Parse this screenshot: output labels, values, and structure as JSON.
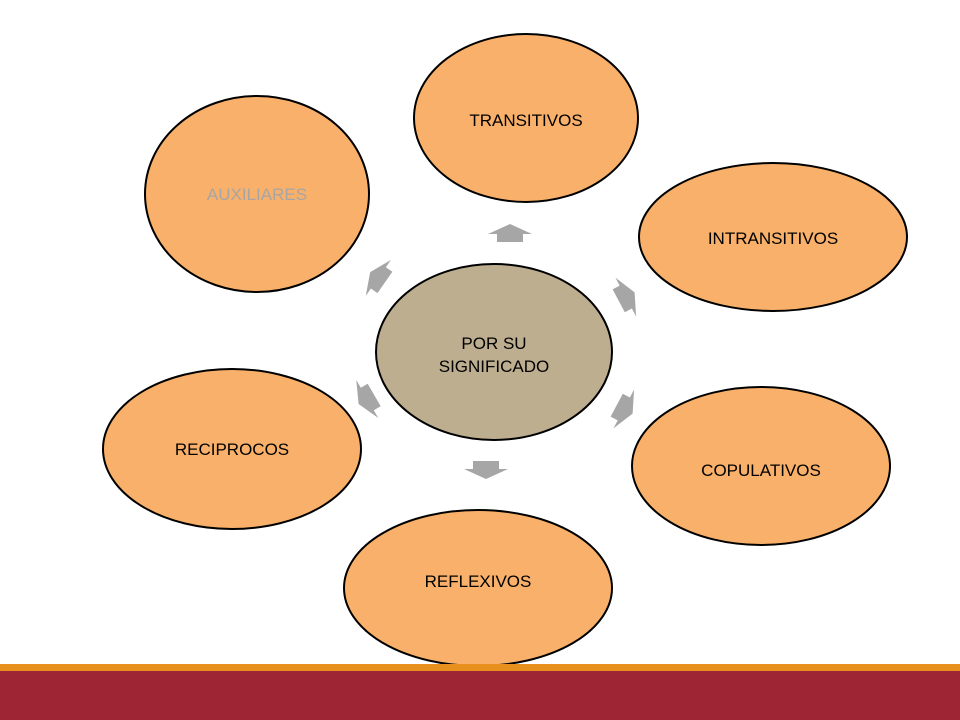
{
  "diagram": {
    "center": {
      "line1": "POR SU",
      "line2": "SIGNIFICADO"
    },
    "nodes": {
      "transitivos": "TRANSITIVOS",
      "intransitivos": "INTRANSITIVOS",
      "copulativos": "COPULATIVOS",
      "reflexivos": "REFLEXIVOS",
      "reciprocos": "RECIPROCOS",
      "auxiliares": "AUXILIARES"
    },
    "colors": {
      "node_fill": "#f8b06a",
      "node_stroke": "#000000",
      "center_fill": "#bdae90",
      "center_stroke": "#000000",
      "arrow_fill": "#a6a6a6",
      "text": "#000000",
      "muted_text": "#a6a6a6",
      "footer_stripe": "#e8901e",
      "footer_bar": "#9e2533"
    }
  }
}
